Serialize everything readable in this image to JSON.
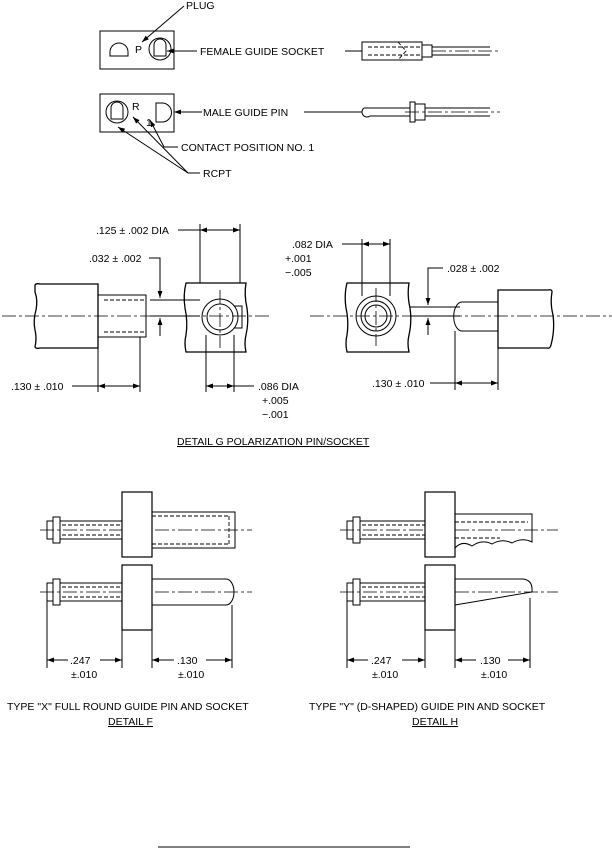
{
  "top": {
    "plug": "PLUG",
    "plug_letter": "P",
    "female_socket": "FEMALE GUIDE SOCKET",
    "rcpt_letter": "R",
    "pos_num": "1",
    "male_pin": "MALE GUIDE PIN",
    "contact_position": "CONTACT POSITION NO. 1",
    "rcpt": "RCPT"
  },
  "detail_g": {
    "dim_125": ".125 ± .002 DIA",
    "dim_032": ".032 ± .002",
    "dim_130_left": ".130 ± .010",
    "dim_086": ".086 DIA",
    "dim_086_plus": "+.005",
    "dim_086_minus": "−.001",
    "dim_082": ".082 DIA",
    "dim_082_plus": "+.001",
    "dim_082_minus": "−.005",
    "dim_028": ".028 ± .002",
    "dim_130_right": ".130 ± .010",
    "title": "DETAIL  G    POLARIZATION PIN/SOCKET"
  },
  "detail_f": {
    "dim_247": ".247",
    "dim_247_tol": "±.010",
    "dim_130": ".130",
    "dim_130_tol": "±.010",
    "caption": "TYPE \"X\" FULL ROUND GUIDE PIN AND SOCKET",
    "detail": "DETAIL  F"
  },
  "detail_h": {
    "dim_247": ".247",
    "dim_247_tol": "±.010",
    "dim_130": ".130",
    "dim_130_tol": "±.010",
    "caption": "TYPE \"Y\" (D-SHAPED) GUIDE PIN AND SOCKET",
    "detail": "DETAIL  H"
  }
}
